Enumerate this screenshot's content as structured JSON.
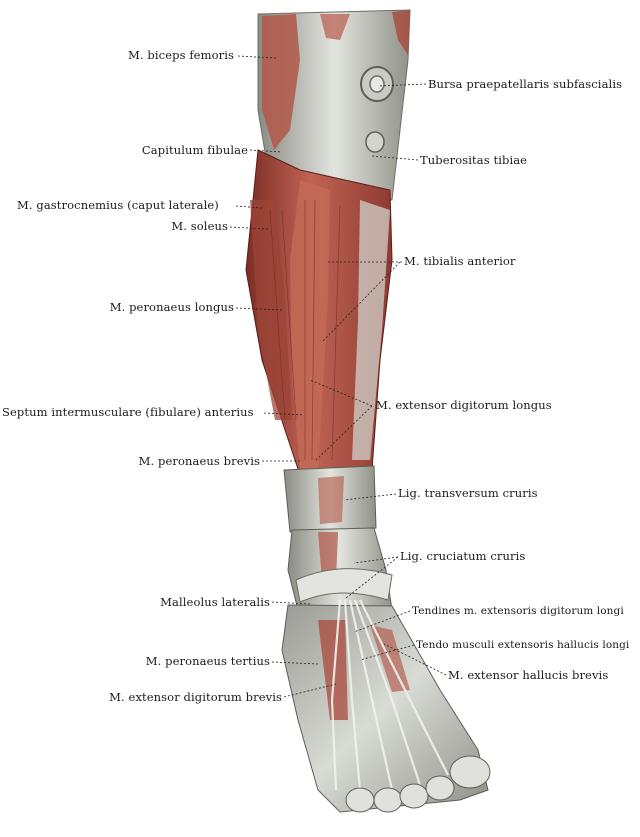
{
  "labels": {
    "biceps_femoris": "M. biceps femoris",
    "bursa": "Bursa praepatellaris subfascialis",
    "capitulum_fibulae": "Capitulum fibulae",
    "tuberositas_tibiae": "Tuberositas tibiae",
    "gastrocnemius": "M. gastrocnemius (caput laterale)",
    "soleus": "M. soleus",
    "tibialis_anterior": "M. tibialis anterior",
    "peronaeus_longus": "M. peronaeus longus",
    "septum": "Septum intermusculare (fibulare) anterius",
    "extensor_digitorum_longus": "M. extensor digitorum longus",
    "peronaeus_brevis": "M. peronaeus brevis",
    "lig_transversum": "Lig. transversum cruris",
    "lig_cruciatum": "Lig. cruciatum cruris",
    "malleolus_lateralis": "Malleolus lateralis",
    "tendines_extensoris": "Tendines m. extensoris digitorum longi",
    "tendo_hallucis": "Tendo musculi extensoris hallucis longi",
    "peronaeus_tertius": "M. peronaeus tertius",
    "extensor_hallucis_brevis": "M. extensor hallucis brevis",
    "extensor_digitorum_brevis": "M. extensor digitorum brevis"
  },
  "colors": {
    "muscle": "#b5574a",
    "muscle_dark": "#8e3a30",
    "fascia": "#cfd2cc",
    "bone": "#e6e6df",
    "shadow": "#7f8179",
    "leader": "#222222"
  }
}
